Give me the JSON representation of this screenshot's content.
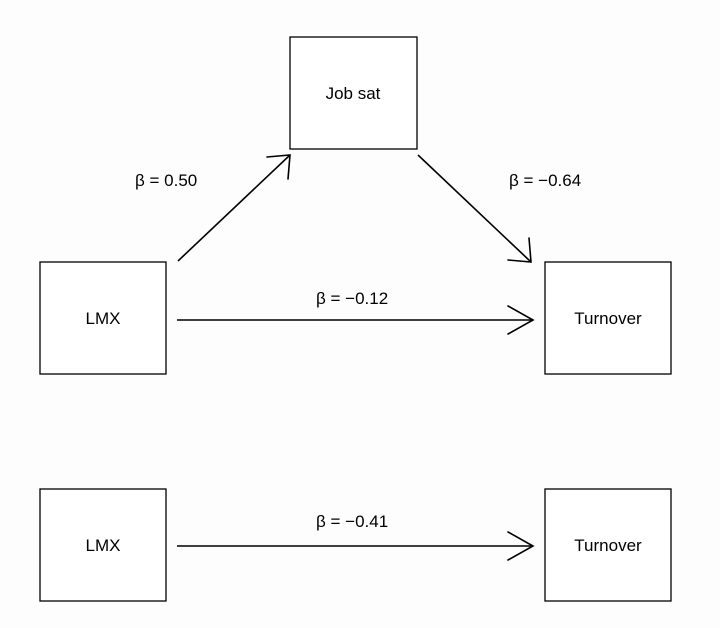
{
  "colors": {
    "background": "#fdfdfd",
    "stroke": "#000000",
    "text": "#000000"
  },
  "mediated_model": {
    "nodes": {
      "predictor": "LMX",
      "mediator": "Job sat",
      "outcome": "Turnover"
    },
    "paths": {
      "a": "β = 0.50",
      "b": "β = −0.64",
      "c_prime": "β = −0.12"
    }
  },
  "total_effect_model": {
    "nodes": {
      "predictor": "LMX",
      "outcome": "Turnover"
    },
    "paths": {
      "c": "β = −0.41"
    }
  }
}
